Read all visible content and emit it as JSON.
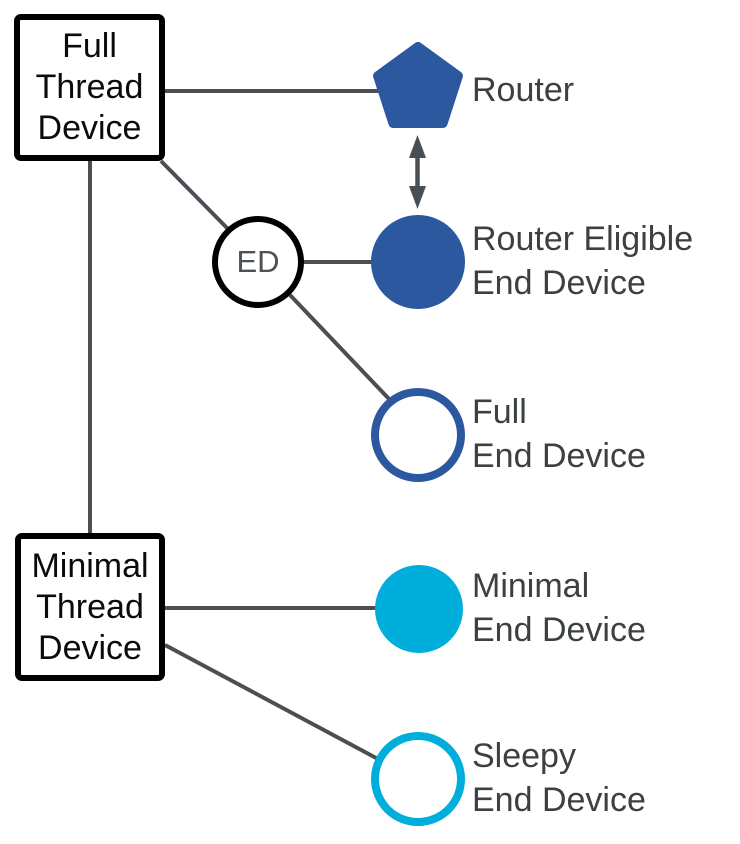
{
  "colors": {
    "dark_blue": "#2C58A0",
    "cyan": "#00AEDC",
    "line": "#4A4F54",
    "label_text": "#3C4043",
    "box_border": "#000000",
    "background": "#FFFFFF"
  },
  "boxes": {
    "full_thread_device": {
      "line1": "Full",
      "line2": "Thread",
      "line3": "Device"
    },
    "minimal_thread_device": {
      "line1": "Minimal",
      "line2": "Thread",
      "line3": "Device"
    }
  },
  "ed_badge": {
    "label": "ED"
  },
  "nodes": {
    "router": {
      "shape": "pentagon",
      "style": "filled",
      "color": "#2C58A0",
      "line1": "Router"
    },
    "router_eligible_end_device": {
      "shape": "circle",
      "style": "filled",
      "color": "#2C58A0",
      "line1": "Router Eligible",
      "line2": "End Device"
    },
    "full_end_device": {
      "shape": "circle",
      "style": "outlined",
      "color": "#2C58A0",
      "line1": "Full",
      "line2": "End Device"
    },
    "minimal_end_device": {
      "shape": "circle",
      "style": "filled",
      "color": "#00AEDC",
      "line1": "Minimal",
      "line2": "End Device"
    },
    "sleepy_end_device": {
      "shape": "circle",
      "style": "outlined",
      "color": "#00AEDC",
      "line1": "Sleepy",
      "line2": "End Device"
    }
  },
  "connections": [
    {
      "from": "full_thread_device",
      "to": "router",
      "type": "line"
    },
    {
      "from": "full_thread_device",
      "to": "minimal_thread_device",
      "type": "line"
    },
    {
      "from": "full_thread_device",
      "to": "ed_badge",
      "type": "line"
    },
    {
      "from": "ed_badge",
      "to": "router_eligible_end_device",
      "type": "line"
    },
    {
      "from": "ed_badge",
      "to": "full_end_device",
      "type": "line"
    },
    {
      "from": "router",
      "to": "router_eligible_end_device",
      "type": "double_arrow"
    },
    {
      "from": "minimal_thread_device",
      "to": "minimal_end_device",
      "type": "line"
    },
    {
      "from": "minimal_thread_device",
      "to": "sleepy_end_device",
      "type": "line"
    }
  ]
}
